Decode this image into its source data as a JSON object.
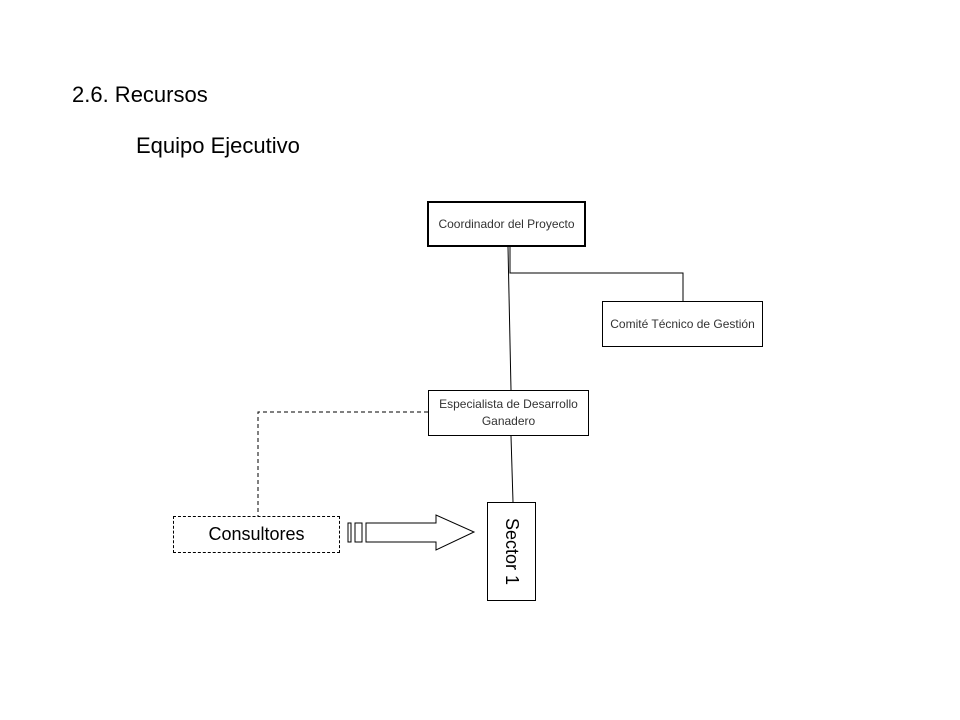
{
  "heading": {
    "section": "2.6. Recursos",
    "subtitle": "Equipo Ejecutivo"
  },
  "org_chart": {
    "coordinator": "Coordinador del Proyecto",
    "committee": "Comité Técnico de Gestión",
    "specialist": "Especialista de Desarrollo Ganadero",
    "consultants": "Consultores",
    "sector": "Sector 1"
  },
  "colors": {
    "line": "#000000",
    "box_text": "#333333",
    "background": "#ffffff"
  }
}
